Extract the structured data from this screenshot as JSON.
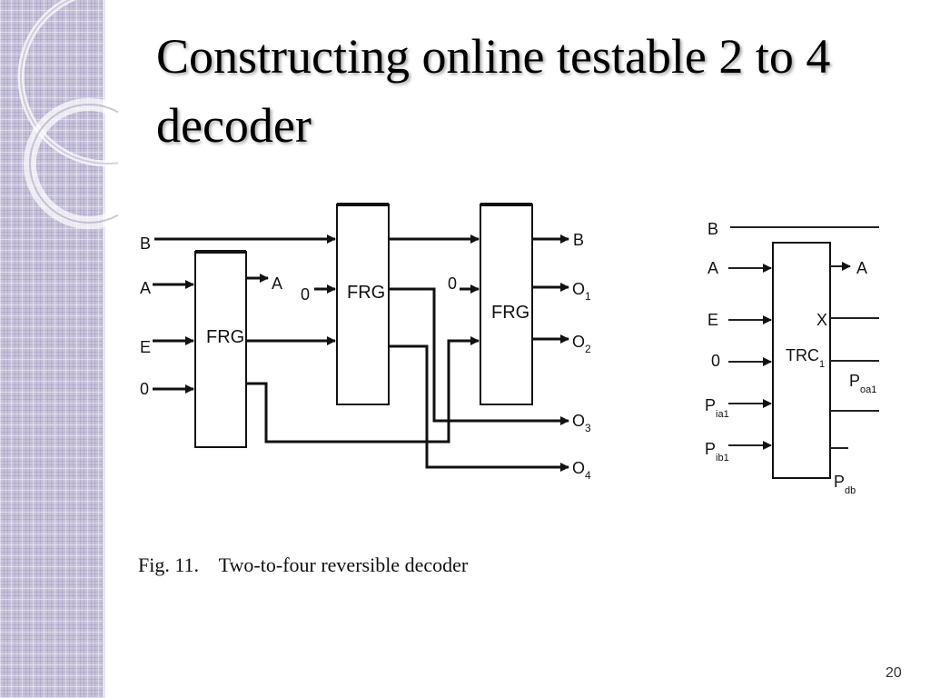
{
  "slide": {
    "title": "Constructing online testable 2 to 4 decoder",
    "page_number": "20"
  },
  "decoder_figure": {
    "caption": "Fig. 11.    Two-to-four reversible decoder",
    "gates": [
      "FRG",
      "FRG",
      "FRG"
    ],
    "inputs": [
      "B",
      "A",
      "E",
      "0"
    ],
    "const_inputs": [
      "0",
      "0"
    ],
    "mid_output": "A",
    "outputs": [
      "B",
      "O",
      "O",
      "O",
      "O"
    ],
    "output_subscripts": [
      "",
      "1",
      "2",
      "3",
      "4"
    ]
  },
  "trc_block": {
    "label": "TRC",
    "label_subscript": "1",
    "top_line_label": "B",
    "inputs": [
      "A",
      "E",
      "0",
      "P",
      "P"
    ],
    "input_subscripts": [
      "",
      "",
      "",
      "ia1",
      "ib1"
    ],
    "outputs": [
      "A",
      "X",
      "P",
      "P"
    ],
    "output_subscripts": [
      "",
      "",
      "oa1",
      "db"
    ]
  }
}
